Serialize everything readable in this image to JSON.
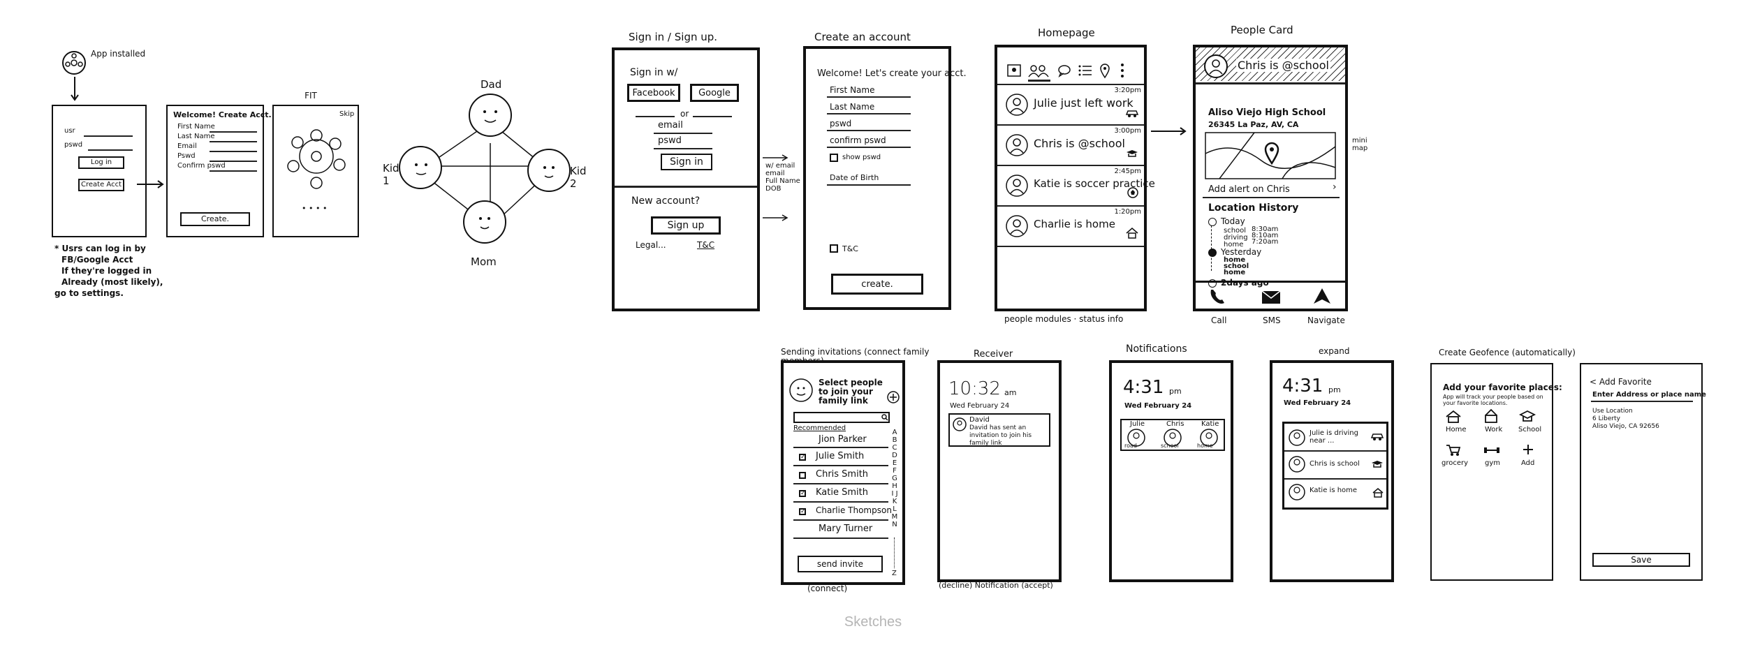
{
  "footer": {
    "label": "Sketches"
  },
  "flow": {
    "installed": "App installed",
    "user": "usr",
    "pswd": "pswd",
    "login": "Log in",
    "create_acct": "Create Acct",
    "welcome_title": "Welcome! Create Acct.",
    "fields": [
      "First Name",
      "Last Name",
      "Email",
      "Pswd",
      "Confirm pswd"
    ],
    "create": "Create.",
    "fit_title": "FIT",
    "skip": "Skip",
    "dots": "• • • •",
    "note": [
      "* Usrs can log in by",
      "FB/Google Acct",
      "If they're logged in",
      "Already (most likely),",
      "go to settings."
    ]
  },
  "family": {
    "dad": "Dad",
    "mom": "Mom",
    "kid1": "Kid 1",
    "kid2": "Kid 2"
  },
  "signin": {
    "title": "Sign in / Sign up.",
    "sign_in_with": "Sign in w/",
    "facebook": "Facebook",
    "google": "Google",
    "or": "or",
    "email": "email",
    "pswd": "pswd",
    "sign_in": "Sign in",
    "new_account": "New account?",
    "sign_up": "Sign up",
    "legal": "Legal...",
    "tc": "T&C",
    "side_note": [
      "w/ email",
      "email",
      "Full Name",
      "DOB"
    ]
  },
  "create_account": {
    "title": "Create an account",
    "welcome": "Welcome! Let's create your acct.",
    "fields": [
      "First Name",
      "Last Name",
      "pswd",
      "confirm pswd"
    ],
    "show_pswd": "show pswd",
    "dob": "Date of Birth",
    "tc": "T&C",
    "create": "create."
  },
  "homepage": {
    "title": "Homepage",
    "items": [
      {
        "time": "3:20pm",
        "text": "Julie just left work"
      },
      {
        "time": "3:00pm",
        "text": "Chris is @school"
      },
      {
        "time": "2:45pm",
        "text": "Katie is soccer practice"
      },
      {
        "time": "1:20pm",
        "text": "Charlie is home"
      }
    ],
    "caption": "people modules · status info"
  },
  "people_card": {
    "title": "People Card",
    "header": "Chris is @school",
    "school": "Aliso Viejo High School",
    "address": "26345 La Paz, AV, CA",
    "mini_map": "mini map",
    "add_alert": "Add alert on Chris",
    "history_title": "Location History",
    "history": [
      {
        "label": "Today",
        "sub": [
          "school",
          "driving",
          "home"
        ],
        "times": [
          "8:30am",
          "8:10am",
          "7:20am"
        ]
      },
      {
        "label": "Yesterday",
        "sub": [
          "home",
          "school",
          "home"
        ],
        "times": []
      },
      {
        "label": "2days ago",
        "sub": [],
        "times": []
      }
    ],
    "call": "Call",
    "sms": "SMS",
    "navigate": "Navigate"
  },
  "invitations": {
    "title": "Sending invitations (connect family members)",
    "header": "Select people to join your family link",
    "recommended": "Recommended",
    "people": [
      "Jion Parker",
      "Julie Smith",
      "Chris Smith",
      "Katie Smith",
      "Charlie Thompson",
      "Mary Turner"
    ],
    "checked": [
      false,
      true,
      false,
      true,
      true,
      false
    ],
    "alphabet": "A B C D E F G H I J K L M N",
    "z": "Z",
    "send": "send invite",
    "caption": "(connect)"
  },
  "receiver": {
    "title": "Receiver",
    "time": "10:32",
    "ampm": "am",
    "date": "Wed February 24",
    "sender": "David",
    "message": "David has sent an invitation to join his family link",
    "caption": "(decline)  Notification  (accept)"
  },
  "notifications": {
    "title": "Notifications",
    "time": "4:31",
    "ampm": "pm",
    "date": "Wed February 24",
    "people": [
      "Julie",
      "Chris",
      "Katie"
    ],
    "status": [
      "road",
      "school",
      "home"
    ]
  },
  "expand": {
    "title": "expand",
    "time": "4:31",
    "ampm": "pm",
    "date": "Wed February 24",
    "items": [
      "Julie is driving near ...",
      "Chris is school",
      "Katie is home"
    ]
  },
  "geofence": {
    "title": "Create Geofence (automatically)",
    "heading": "Add your favorite places:",
    "sub": "App will track your people based on your favorite locations.",
    "places": [
      "Home",
      "Work",
      "School",
      "grocery",
      "gym",
      "Add"
    ]
  },
  "add_favorite": {
    "title": "< Add Favorite",
    "input": "Enter Address or place name",
    "lines": [
      "Use Location",
      "6 Liberty",
      "Aliso Viejo, CA 92656"
    ],
    "save": "Save"
  }
}
